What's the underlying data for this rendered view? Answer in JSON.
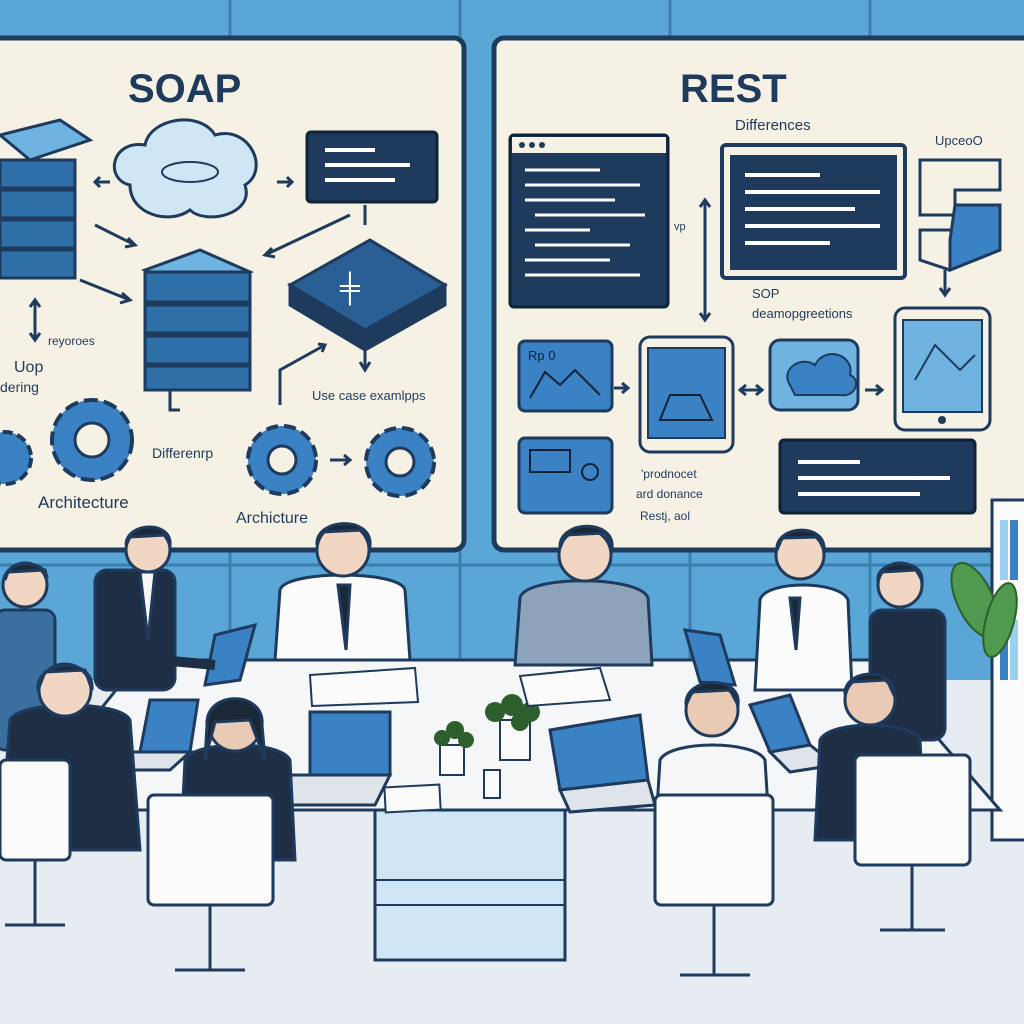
{
  "left_board": {
    "title": "SOAP",
    "label_arch_1": "Architecture",
    "label_arch_2": "Archicture",
    "label_diff": "Differenrp",
    "label_use_case": "Use case examlpps",
    "label_keywords": "reyoroes",
    "label_uop": "Uop",
    "label_dering": "dering"
  },
  "right_board": {
    "title": "REST",
    "label_differences": "Differences",
    "label_upsso": "UpceoO",
    "label_sop": "SOP",
    "label_deam": "deamopgreetions",
    "label_vp": "vp",
    "label_rp": "Rp 0",
    "label_footer_1": "'prodnocet",
    "label_footer_2": "ard donance",
    "label_footer_3": "Restj, aol"
  },
  "colors": {
    "wall": "#5aa6d6",
    "board": "#f5f1e4",
    "navy": "#1e3a5c",
    "blue": "#3b82c4",
    "light_blue": "#9bd0ee",
    "table": "#f4f6f8",
    "chair": "#fbfbfb"
  }
}
